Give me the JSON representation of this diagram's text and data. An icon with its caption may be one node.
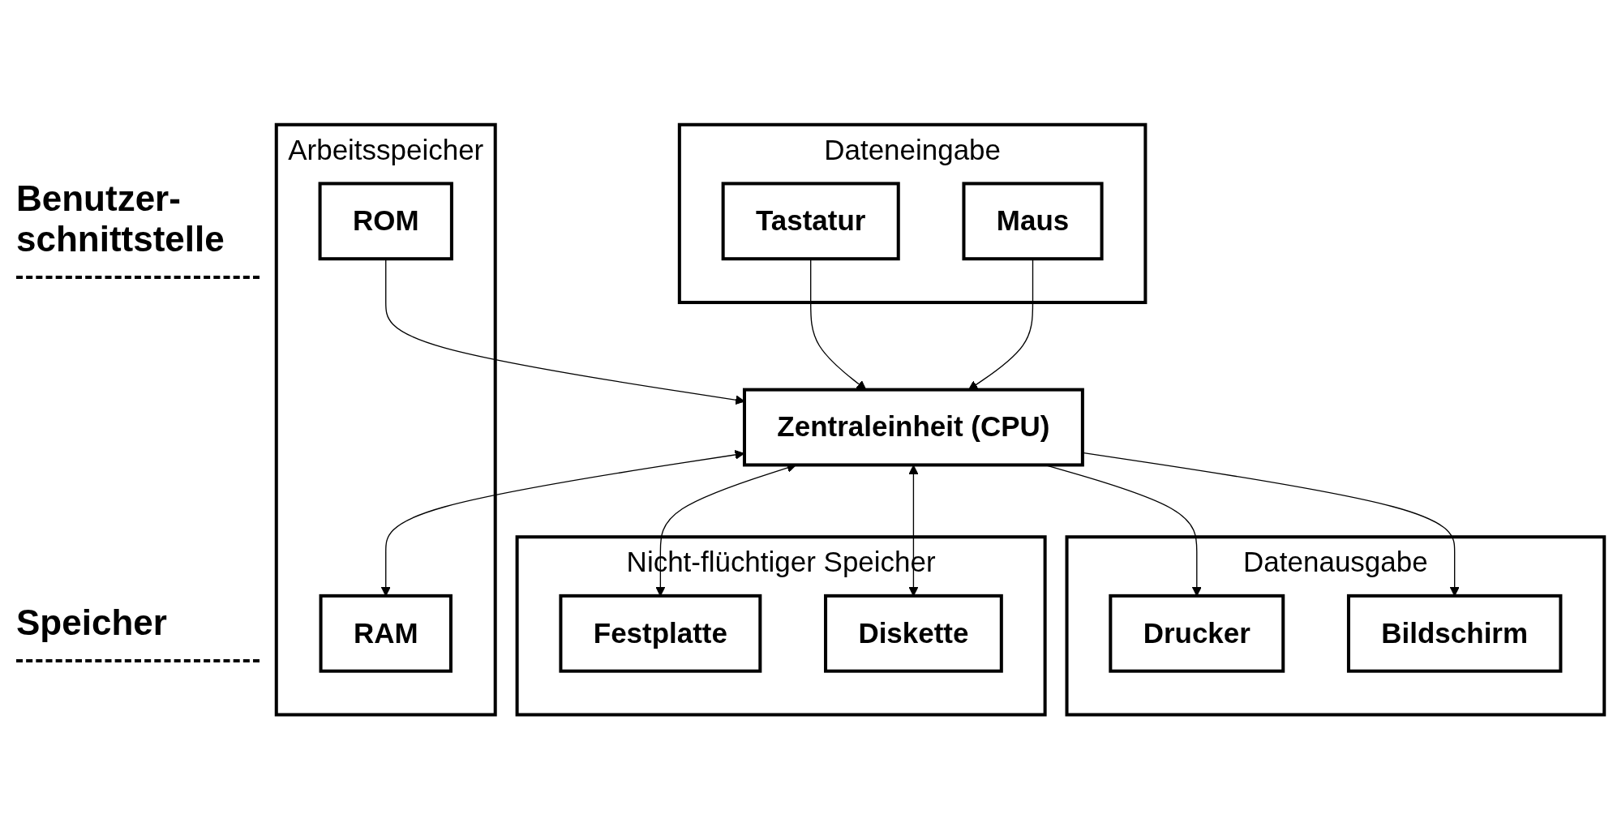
{
  "diagram": {
    "nodes": [
      {
        "text": [
          "Dateneingabe"
        ]
      },
      {
        "text": [
          "Tastatur"
        ],
        "in": 0
      },
      {
        "text": [
          "Maus"
        ],
        "in": 0
      },
      {
        "text": [
          "Datenausgabe"
        ]
      },
      {
        "text": [
          "Drucker"
        ],
        "in": 3
      },
      {
        "text": [
          "Bildschirm"
        ],
        "in": 3
      },
      {
        "text": [
          "Zentraleinheit (CPU)"
        ]
      },
      {
        "text": [
          "Arbeitsspeicher"
        ]
      },
      {
        "text": [
          "ROM"
        ],
        "in": 7
      },
      {
        "text": [
          "RAM"
        ],
        "in": 7
      },
      {
        "text": [
          "Nicht-flüchtiger Speicher"
        ]
      },
      {
        "text": [
          "Festplatte"
        ],
        "in": 10
      },
      {
        "text": [
          "Diskette"
        ],
        "in": 10
      }
    ],
    "edges": [
      {
        "from": 1,
        "to": 6,
        "arrow": "to"
      },
      {
        "from": 2,
        "to": 6,
        "arrow": "to"
      },
      {
        "from": 6,
        "to": 4,
        "arrow": "to"
      },
      {
        "from": 6,
        "to": 5,
        "arrow": "to"
      },
      {
        "from": 8,
        "to": 6,
        "arrow": "to"
      },
      {
        "from": 6,
        "to": 9,
        "arrow": "both"
      },
      {
        "from": 6,
        "to": 11,
        "arrow": "both"
      },
      {
        "from": 6,
        "to": 12,
        "arrow": "both"
      }
    ],
    "labels": [
      "Benutzer- schnittstelle",
      "Speicher"
    ]
  }
}
